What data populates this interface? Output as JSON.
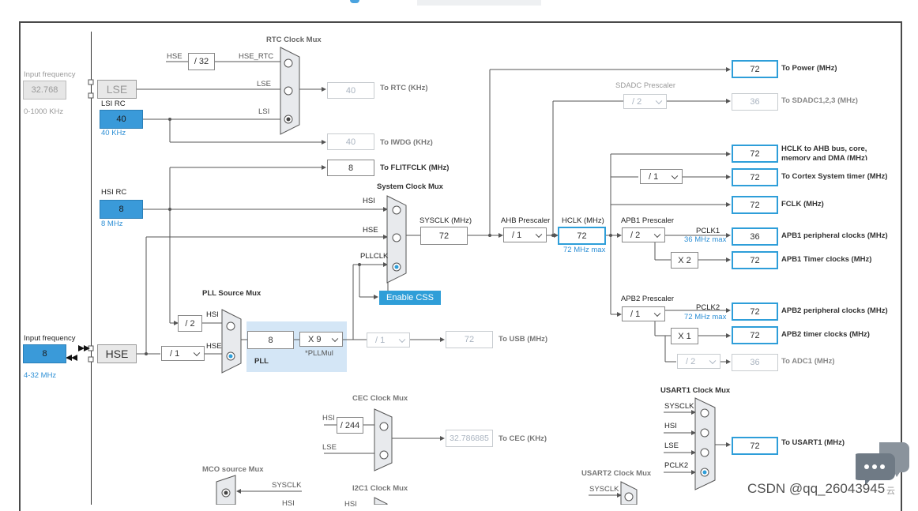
{
  "labels": {
    "rtc_mux": "RTC Clock Mux",
    "input_freq_lse": "Input frequency",
    "lse_range": "0-1000 KHz",
    "lsi_rc": "LSI RC",
    "lsi_freq": "40 KHz",
    "hsi_rc": "HSI RC",
    "hsi_freq": "8 MHz",
    "input_freq_hse": "Input frequency",
    "hse_range": "4-32 MHz",
    "hse_in": "HSE",
    "hse_rtc": "HSE_RTC",
    "lse_in": "LSE",
    "lsi_in": "LSI",
    "to_rtc": "To RTC (KHz)",
    "to_iwdg": "To IWDG (KHz)",
    "to_flitfclk": "To FLITFCLK (MHz)",
    "sys_mux": "System Clock Mux",
    "hsi": "HSI",
    "hse": "HSE",
    "pllclk": "PLLCLK",
    "sysclk": "SYSCLK (MHz)",
    "ahb_pre": "AHB Prescaler",
    "hclk": "HCLK (MHz)",
    "hclk_max": "72 MHz max",
    "apb1_pre": "APB1 Prescaler",
    "pclk1": "PCLK1",
    "pclk1_max": "36 MHz max",
    "apb2_pre": "APB2 Prescaler",
    "pclk2": "PCLK2",
    "pclk2_max": "72 MHz max",
    "pll_src": "PLL Source Mux",
    "pll_hsi": "HSI",
    "pll_hse": "HSE",
    "pll": "PLL",
    "pllmul": "*PLLMul",
    "to_usb": "To USB (MHz)",
    "cec_mux": "CEC Clock Mux",
    "cec_hsi": "HSI",
    "cec_lse": "LSE",
    "to_cec": "To CEC (KHz)",
    "mco_mux": "MCO source Mux",
    "mco_sysclk": "SYSCLK",
    "mco_hsi": "HSI",
    "i2c1_mux": "I2C1 Clock Mux",
    "i2c1_hsi": "HSI",
    "usart1_mux": "USART1 Clock Mux",
    "u1_sysclk": "SYSCLK",
    "u1_hsi": "HSI",
    "u1_lse": "LSE",
    "u1_pclk2": "PCLK2",
    "to_usart1": "To USART1 (MHz)",
    "usart2_mux": "USART2 Clock Mux",
    "u2_sysclk": "SYSCLK",
    "sdadc_pre": "SDADC Prescaler",
    "to_power": "To Power (MHz)",
    "to_sdadc": "To SDADC1,2,3 (MHz)",
    "hclk_ahb_1": "HCLK to AHB bus, core,",
    "hclk_ahb_2": "memory and DMA (MHz)",
    "to_cortex": "To Cortex System timer (MHz)",
    "fclk": "FCLK (MHz)",
    "apb1_periph": "APB1 peripheral clocks (MHz)",
    "apb1_timer": "APB1 Timer clocks (MHz)",
    "apb2_periph": "APB2 peripheral clocks (MHz)",
    "apb2_timer": "APB2 timer clocks (MHz)",
    "to_adc1": "To ADC1 (MHz)",
    "enable_css": "Enable CSS",
    "watermark": "CSDN @qq_26043945",
    "chat_tip": "云"
  },
  "values": {
    "lse_input": "32.768",
    "lse": "LSE",
    "lsi": "40",
    "hsi": "8",
    "hse_input": "8",
    "hse": "HSE",
    "div32": "/ 32",
    "rtc": "40",
    "iwdg": "40",
    "flitfclk": "8",
    "sysclk": "72",
    "hclk": "72",
    "pll_in": "8",
    "div2_pll": "/ 2",
    "div244": "/ 244",
    "cec": "32.786885",
    "usb": "72",
    "power": "72",
    "sdadc": "36",
    "hclk_ahb": "72",
    "cortex": "72",
    "fclk": "72",
    "apb1_periph": "36",
    "apb1_timer": "72",
    "apb2_periph": "72",
    "apb2_timer": "72",
    "adc1": "36",
    "usart1": "72",
    "apb1_mult": "X 2",
    "apb2_mult": "X 1"
  },
  "selects": {
    "hse_prediv": "/ 1",
    "pllmul": "X 9",
    "usb_pre": "/ 1",
    "ahb": "/ 1",
    "apb1": "/ 2",
    "apb2": "/ 1",
    "sdadc": "/ 2",
    "cortex": "/ 1",
    "adc": "/ 2"
  },
  "colors": {
    "accent": "#2e9ed9",
    "wire": "#555555"
  }
}
